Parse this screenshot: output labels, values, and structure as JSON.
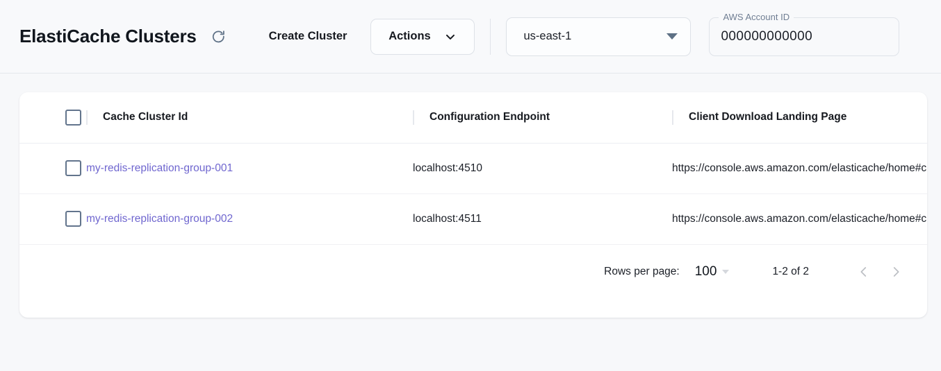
{
  "header": {
    "title": "ElastiCache Clusters",
    "refresh_icon": "refresh-icon",
    "create_cluster_label": "Create Cluster",
    "actions_label": "Actions",
    "actions_caret_icon": "chevron-down-icon",
    "region": {
      "value": "us-east-1",
      "caret_icon": "caret-down-icon"
    },
    "account": {
      "label": "AWS Account ID",
      "value": "000000000000"
    }
  },
  "table": {
    "columns": [
      {
        "key": "select",
        "label": ""
      },
      {
        "key": "cache_cluster_id",
        "label": "Cache Cluster Id"
      },
      {
        "key": "configuration_endpoint",
        "label": "Configuration Endpoint"
      },
      {
        "key": "client_download_landing_page",
        "label": "Client Download Landing Page"
      }
    ],
    "rows": [
      {
        "cache_cluster_id": "my-redis-replication-group-001",
        "configuration_endpoint": "localhost:4510",
        "client_download_landing_page": "https://console.aws.amazon.com/elasticache/home#client-download:"
      },
      {
        "cache_cluster_id": "my-redis-replication-group-002",
        "configuration_endpoint": "localhost:4511",
        "client_download_landing_page": "https://console.aws.amazon.com/elasticache/home#client-download:"
      }
    ]
  },
  "pagination": {
    "rows_per_page_label": "Rows per page:",
    "rows_per_page_value": "100",
    "range_label": "1-2 of 2",
    "prev_icon": "chevron-left-icon",
    "next_icon": "chevron-right-icon"
  },
  "colors": {
    "page_background": "#f7f8fa",
    "header_background": "#f8f9fb",
    "card_background": "#ffffff",
    "link": "#6f66cf",
    "text": "#16191f",
    "muted": "#707e93",
    "border": "#e4e7ec",
    "checkbox_border": "#62748c"
  }
}
